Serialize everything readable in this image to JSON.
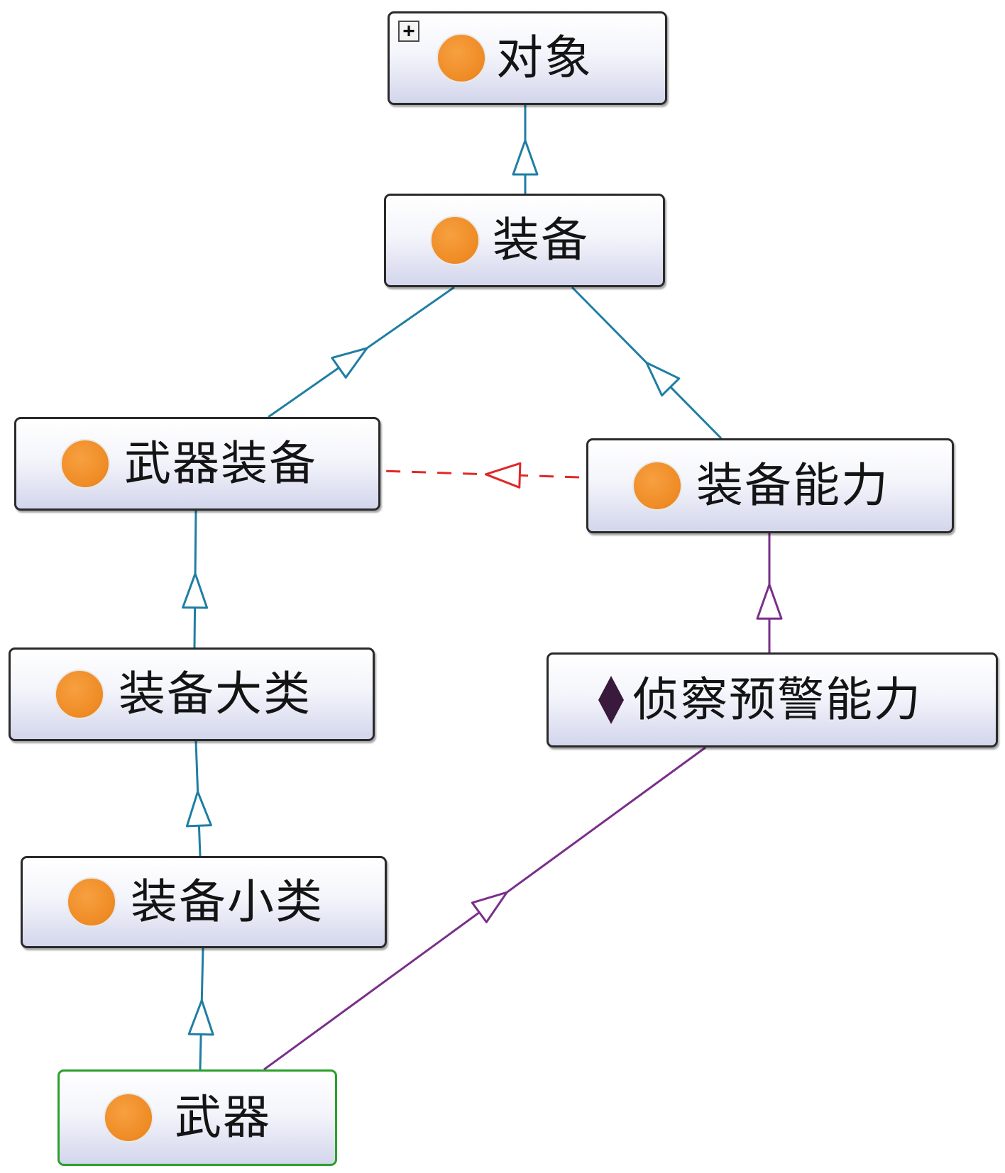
{
  "colors": {
    "subclass_edge": "#1f7ea3",
    "disjoint_edge": "#e02828",
    "property_edge": "#7a2f8a",
    "class_icon": "#ef8c26",
    "individual_icon": "#3a1a3c",
    "selected_border": "#2aa02a"
  },
  "expand_icon": "+",
  "nodes": {
    "object": {
      "label": "对象",
      "icon": "class-circle"
    },
    "equipment": {
      "label": "装备",
      "icon": "class-circle"
    },
    "weapon_equipment": {
      "label": "武器装备",
      "icon": "class-circle"
    },
    "equipment_capability": {
      "label": "装备能力",
      "icon": "class-circle"
    },
    "equipment_category": {
      "label": "装备大类",
      "icon": "class-circle"
    },
    "recon_warning_capability": {
      "label": "侦察预警能力",
      "icon": "individual-diamond"
    },
    "equipment_subcategory": {
      "label": "装备小类",
      "icon": "class-circle"
    },
    "weapon": {
      "label": "武器",
      "icon": "class-circle",
      "selected": true
    }
  }
}
